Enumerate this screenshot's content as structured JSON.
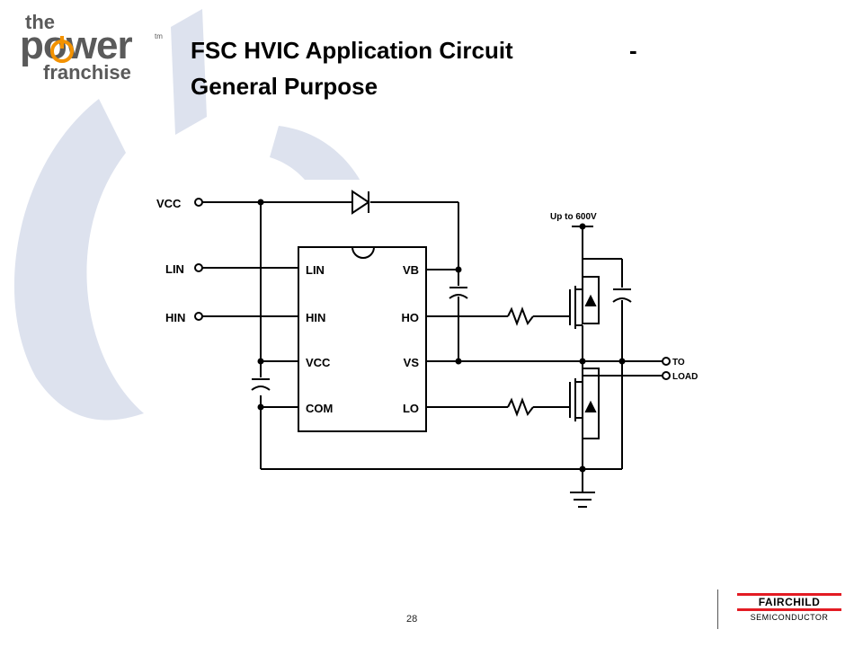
{
  "logo": {
    "the": "the",
    "power": "power",
    "franchise": "franchise",
    "tm": "tm"
  },
  "slide": {
    "title": "FSC HVIC Application Circuit",
    "title_dash": "-",
    "subtitle": "General Purpose",
    "page_number": "28"
  },
  "schematic": {
    "inputs": {
      "vcc": "VCC",
      "lin": "LIN",
      "hin": "HIN"
    },
    "ic_pins_left": [
      "LIN",
      "HIN",
      "VCC",
      "COM"
    ],
    "ic_pins_right": [
      "VB",
      "HO",
      "VS",
      "LO"
    ],
    "supply": "Up to 600V",
    "output": [
      "TO",
      "LOAD"
    ]
  },
  "footer": {
    "company": "FAIRCHILD",
    "company_sub": "SEMICONDUCTOR"
  },
  "colors": {
    "watermark": "#dde2ee",
    "brand_red": "#e31b23",
    "logo_orange": "#f39200",
    "logo_gray": "#5a5a5a"
  }
}
